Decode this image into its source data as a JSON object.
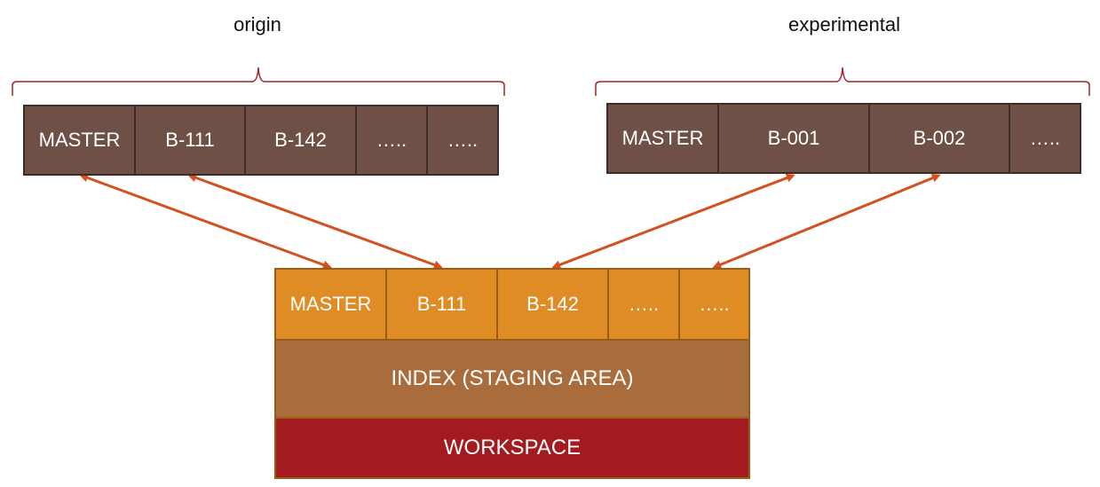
{
  "origin": {
    "label": "origin",
    "branches": [
      "MASTER",
      "B-111",
      "B-142",
      "…..",
      "….."
    ]
  },
  "experimental": {
    "label": "experimental",
    "branches": [
      "MASTER",
      "B-001",
      "B-002",
      "….."
    ]
  },
  "local": {
    "branches": [
      "MASTER",
      "B-111",
      "B-142",
      "…..",
      "….."
    ],
    "index_label": "INDEX (STAGING AREA)",
    "workspace_label": "WORKSPACE"
  },
  "colors": {
    "remote_cell": "#6e5047",
    "local_cell": "#e08c24",
    "index": "#a86c3d",
    "workspace": "#a31b1e",
    "arrow": "#d4501e",
    "brace": "#a3232a"
  }
}
